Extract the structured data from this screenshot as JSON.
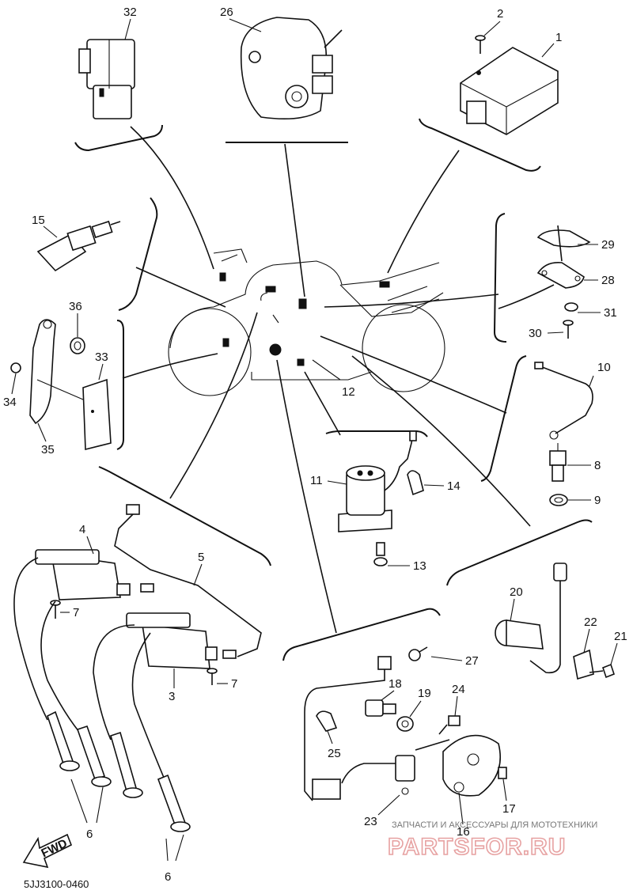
{
  "callouts": {
    "p1": "1",
    "p2": "2",
    "p3": "3",
    "p4": "4",
    "p5": "5",
    "p6a": "6",
    "p6b": "6",
    "p7a": "7",
    "p7b": "7",
    "p8": "8",
    "p9": "9",
    "p10": "10",
    "p11": "11",
    "p12": "12",
    "p13": "13",
    "p14": "14",
    "p15": "15",
    "p16": "16",
    "p17": "17",
    "p18": "18",
    "p19": "19",
    "p20": "20",
    "p21": "21",
    "p22": "22",
    "p23": "23",
    "p24": "24",
    "p25": "25",
    "p26": "26",
    "p27": "27",
    "p28": "28",
    "p29": "29",
    "p30": "30",
    "p31": "31",
    "p32": "32",
    "p33": "33",
    "p34": "34",
    "p35": "35",
    "p36": "36"
  },
  "fwd_label": "FWD",
  "diagram_code": "5JJ3100-0460",
  "watermark": {
    "top_text": "ЗАПЧАСТИ И АКСЕССУАРЫ ДЛЯ МОТОТЕХНИКИ",
    "brand": "PARTSFOR.RU"
  }
}
